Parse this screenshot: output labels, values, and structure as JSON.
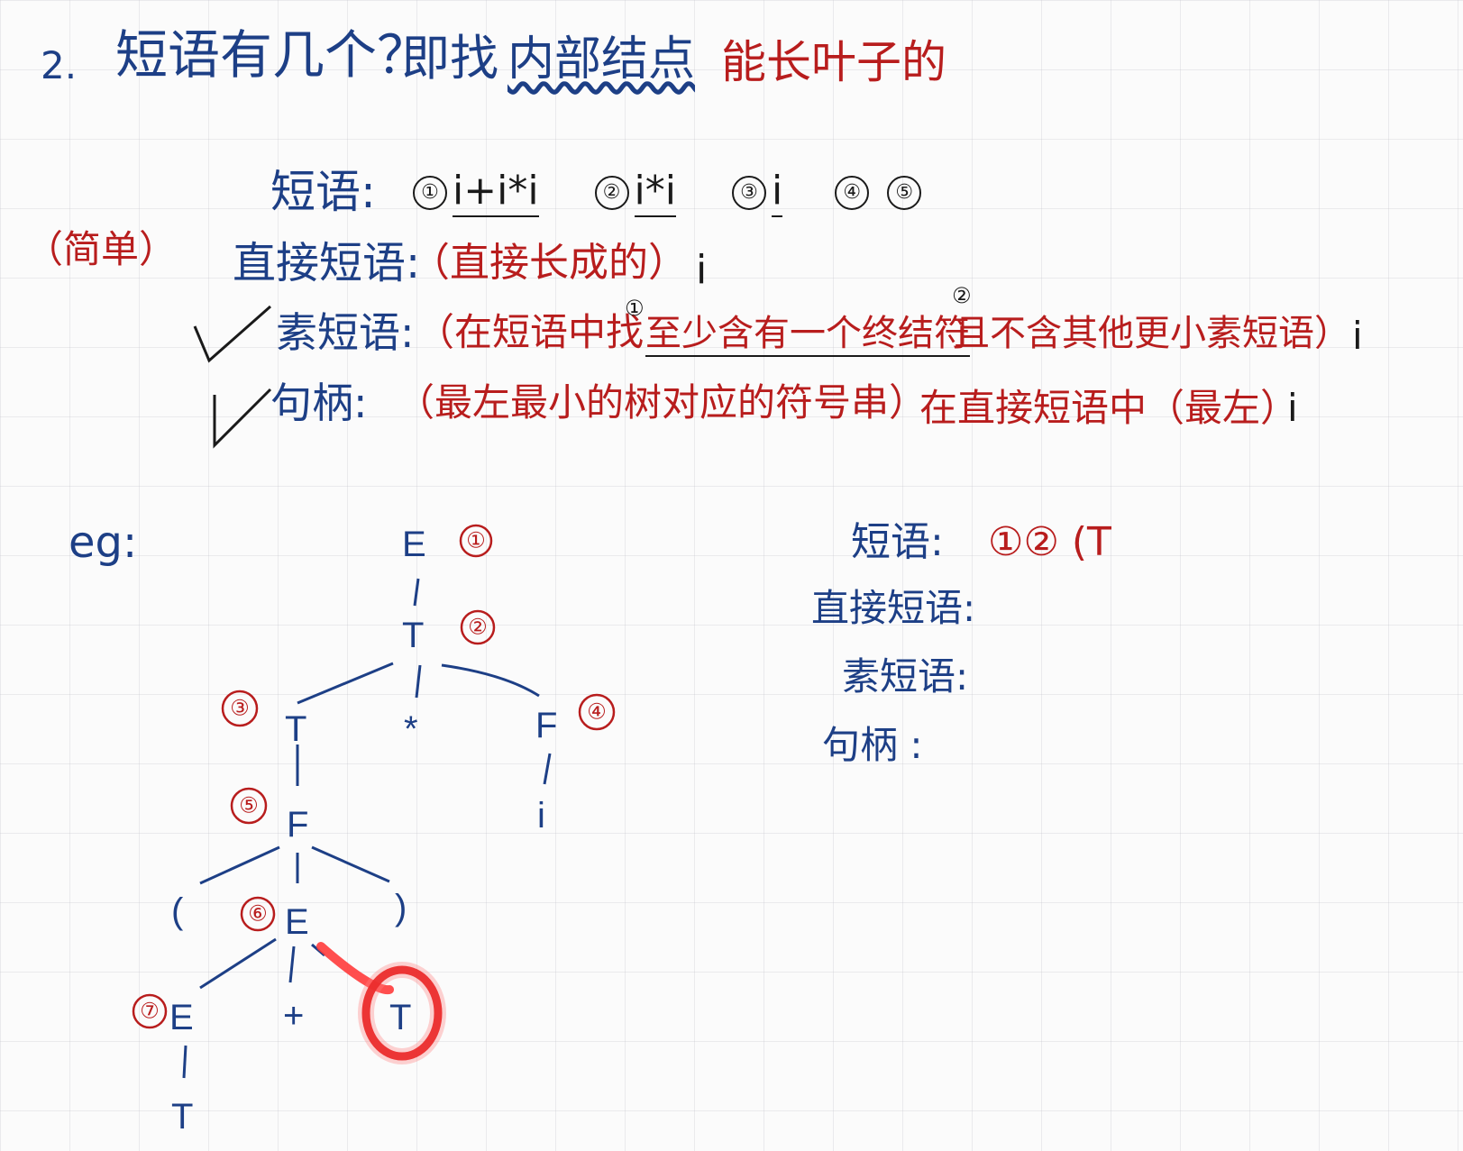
{
  "title": {
    "number": "2.",
    "question": "短语有几个？",
    "method_prefix": "即找",
    "method_highlight": "内部结点",
    "note": "能长叶子的"
  },
  "side_note": "（简单）",
  "definitions": {
    "phrase_label": "短语:",
    "phrases": [
      {
        "num": "①",
        "expr": "i+i*i"
      },
      {
        "num": "②",
        "expr": "i*i"
      },
      {
        "num": "③",
        "expr": "i"
      },
      {
        "num": "④",
        "expr": ""
      },
      {
        "num": "⑤",
        "expr": ""
      }
    ],
    "direct_label": "直接短语:",
    "direct_desc": "（直接长成的）",
    "direct_value": "i",
    "prime_label": "素短语:",
    "prime_desc_a": "（在短语中找",
    "prime_desc_b": "至少含有一个终结符",
    "prime_desc_c": "且不含其他更小素短语）",
    "prime_marks": [
      "①",
      "②"
    ],
    "prime_value": "i",
    "handle_label": "句柄:",
    "handle_desc": "（最左最小的树对应的符号串）",
    "handle_note": "在直接短语中（最左）",
    "handle_value": "i"
  },
  "example": {
    "eg_label": "eg:",
    "tree_nodes": [
      "E",
      "T",
      "T",
      "*",
      "F",
      "i",
      "F",
      "(",
      "E",
      ")",
      "E",
      "+",
      "T",
      "T"
    ],
    "tree_labels": [
      "①",
      "②",
      "③",
      "④",
      "⑤",
      "⑥",
      "⑦"
    ],
    "answers": {
      "phrase_label": "短语:",
      "phrase_value": "①② (T",
      "direct_label": "直接短语:",
      "prime_label": "素短语:",
      "handle_label": "句柄 :"
    }
  }
}
